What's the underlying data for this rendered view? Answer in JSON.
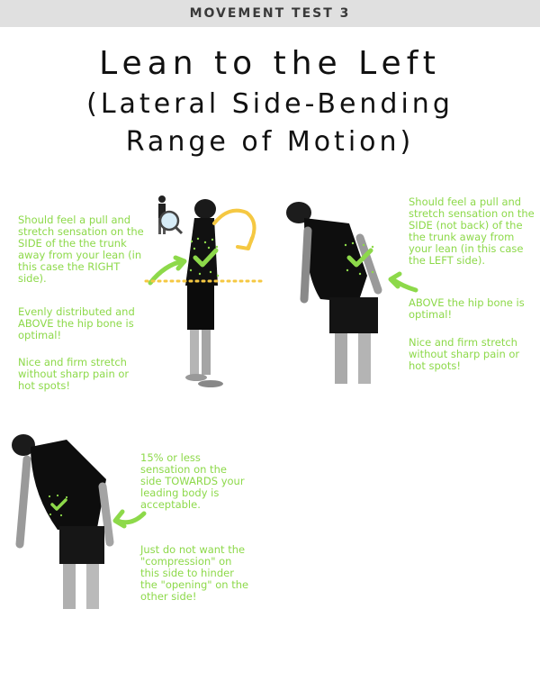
{
  "header": {
    "label": "MOVEMENT TEST 3"
  },
  "title": {
    "line1": "Lean to the Left",
    "line2": "(Lateral Side-Bending",
    "line3": "Range of Motion)"
  },
  "panel_standing": {
    "note1": "Should feel a pull and stretch sensation on the SIDE of the the trunk away from your lean (in this case the RIGHT side).",
    "note2": "Evenly distributed and ABOVE the hip bone is optimal!",
    "note3": "Nice and firm stretch without sharp pain or hot spots!"
  },
  "panel_side_lean": {
    "note1": "Should feel a pull and stretch sensation on the SIDE (not back) of the the trunk away from your lean (in this case the LEFT side).",
    "note2": "ABOVE the hip bone is optimal!",
    "note3": "Nice and firm stretch without sharp pain or hot spots!"
  },
  "panel_back_view": {
    "note1": "15% or less sensation on the side TOWARDS your leading body is acceptable.",
    "note2": "Just do not want the \"compression\" on this side to hinder the \"opening\" on the other side!"
  },
  "colors": {
    "accent": "#8dd94a",
    "highlight": "#f5c842",
    "header_bg": "#e0e0e0"
  }
}
